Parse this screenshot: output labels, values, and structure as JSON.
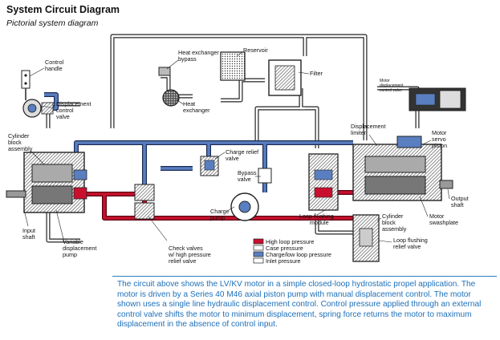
{
  "header": {
    "title": "System Circuit Diagram",
    "subtitle": "Pictorial system diagram"
  },
  "labels": {
    "control_handle": [
      "Control",
      "handle"
    ],
    "displacement_control_valve": [
      "Displacement",
      "control",
      "valve"
    ],
    "cylinder_block_pump": [
      "Cylinder",
      "block",
      "assembly"
    ],
    "input_shaft": [
      "Input",
      "shaft"
    ],
    "variable_pump": [
      "Variable",
      "displacement",
      "pump"
    ],
    "heat_exchanger_bypass": [
      "Heat exchanger",
      "bypass"
    ],
    "heat_exchanger": [
      "Heat",
      "exchanger"
    ],
    "reservoir": [
      "Reservoir"
    ],
    "filter": [
      "Filter"
    ],
    "charge_relief_valve": [
      "Charge relief",
      "valve"
    ],
    "bypass_valve": [
      "Bypass",
      "valve"
    ],
    "charge_pump": [
      "Charge",
      "pump"
    ],
    "check_valves": [
      "Check valves",
      "w/ high pressure",
      "relief valve"
    ],
    "loop_flushing_module": [
      "Loop flushing",
      "module"
    ],
    "displacement_limiter": [
      "Displacement",
      "limiter"
    ],
    "motor_servo_piston": [
      "Motor",
      "servo",
      "piston"
    ],
    "output_shaft": [
      "Output",
      "shaft"
    ],
    "motor_swashplate": [
      "Motor",
      "swashplate"
    ],
    "cylinder_block_motor": [
      "Cylinder",
      "block",
      "assembly"
    ],
    "loop_flushing_relief": [
      "Loop flushing",
      "relief valve"
    ],
    "motor_displacement_control_valve": [
      "Motor",
      "displacement",
      "control valve"
    ]
  },
  "legend": [
    {
      "label": "High loop pressure",
      "color": "#c8102e"
    },
    {
      "label": "Case pressure",
      "color": "#ffffff"
    },
    {
      "label": "Charge/low loop pressure",
      "color": "#5a7fc0"
    },
    {
      "label": "Inlet pressure",
      "color": "#ffffff"
    }
  ],
  "caption": "The circuit above shows the LV/KV motor in a simple closed-loop hydrostatic propel application. The motor is driven by a Series 40 M46 axial piston pump with manual displacement control. The motor shown uses a single line hydraulic displacement control. Control pressure applied through an external control valve shifts the motor to minimum displacement, spring force returns the motor to maximum displacement in the absence of control input.",
  "colors": {
    "high_pressure": "#c8102e",
    "charge_pressure": "#5a7fc0",
    "case_line": "#222222",
    "caption_text": "#1d6fb8"
  }
}
